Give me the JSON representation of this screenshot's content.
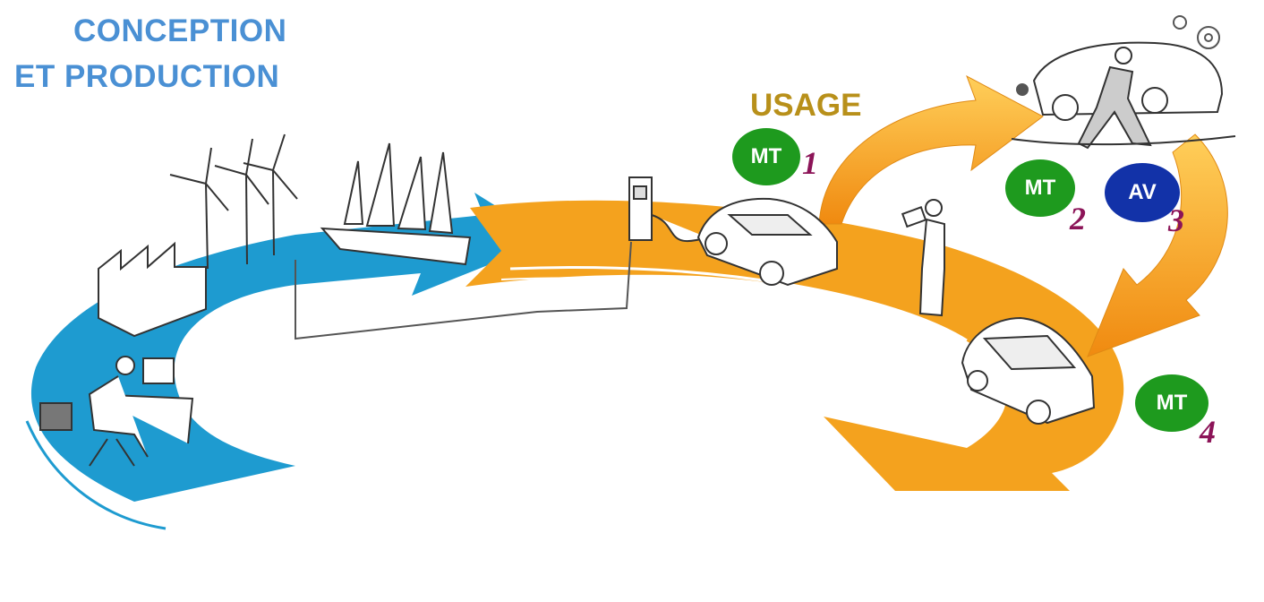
{
  "titles": {
    "conception_line1": "CONCEPTION",
    "conception_line2": "ET PRODUCTION",
    "usage": "USAGE"
  },
  "badges": [
    {
      "label": "MT",
      "number": "1",
      "color": "#1e9a1e"
    },
    {
      "label": "MT",
      "number": "2",
      "color": "#1e9a1e"
    },
    {
      "label": "AV",
      "number": "3",
      "color": "#1232a8"
    },
    {
      "label": "MT",
      "number": "4",
      "color": "#1e9a1e"
    }
  ],
  "colors": {
    "title_blue": "#4a90d4",
    "usage_gold": "#b8901a",
    "arrow_blue": "#1e9bd0",
    "arrow_orange": "#f4a21e",
    "number_purple": "#8c1458"
  },
  "icons": [
    "factory-icon",
    "wind-turbine-icon",
    "sailboat-icon",
    "designer-at-desk-icon",
    "charging-station-icon",
    "electric-car-icon",
    "person-with-tablet-icon",
    "mechanic-repairing-car-icon",
    "gear-icon",
    "minivan-icon"
  ]
}
